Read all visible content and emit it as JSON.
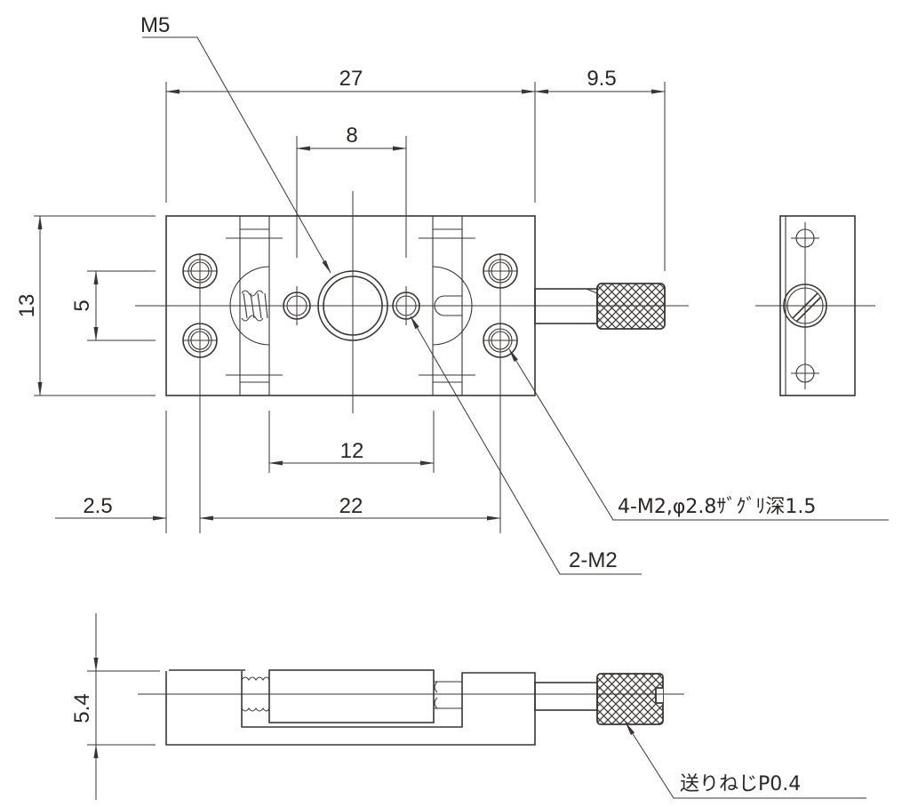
{
  "drawing": {
    "dimensions": {
      "width_27": "27",
      "shaft_9_5": "9.5",
      "hole_pitch_8": "8",
      "height_13": "13",
      "hole_pitch_5": "5",
      "slot_12": "12",
      "offset_2_5": "2.5",
      "hole_span_22": "22",
      "thickness_5_4": "5.4"
    },
    "callouts": {
      "center_thread": "M5",
      "small_holes": "2-M2",
      "mount_holes": "4-M2,φ2.8ｻﾞｸﾞﾘ深1.5",
      "feed_screw": "送りねじP0.4"
    }
  }
}
